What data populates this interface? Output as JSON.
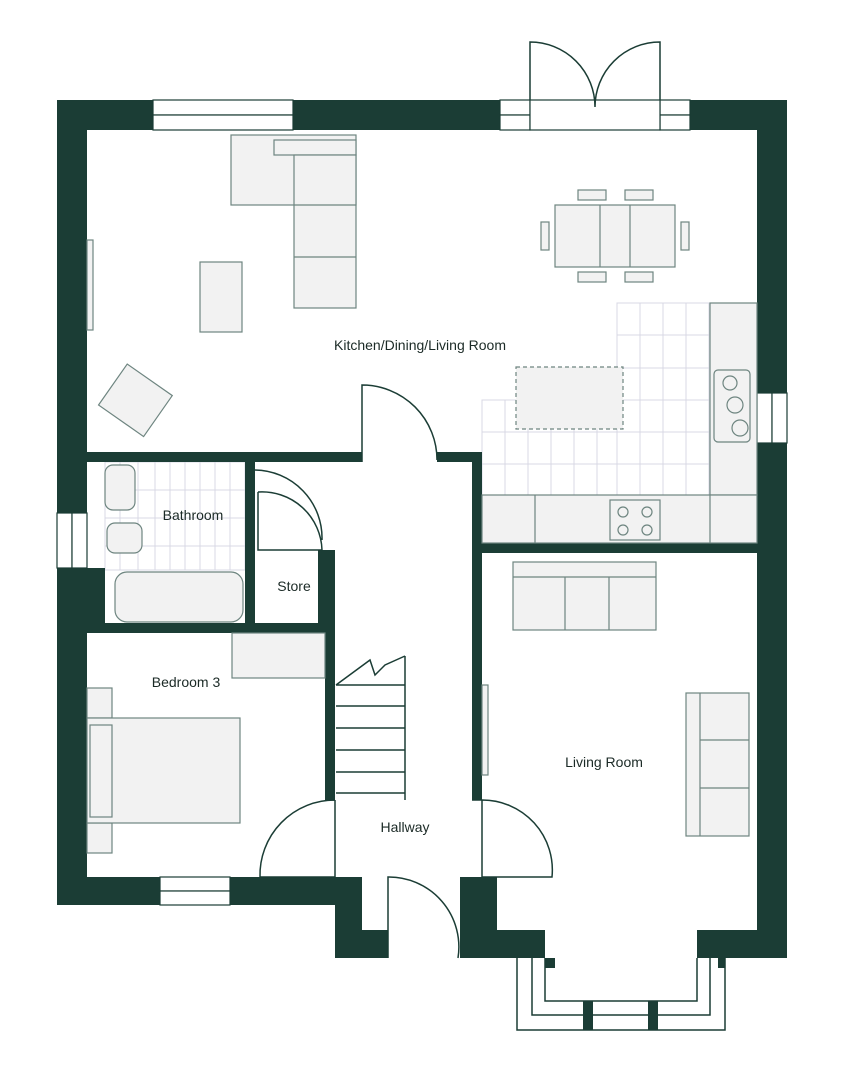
{
  "plan": {
    "rooms": {
      "kitchen": "Kitchen/Dining/Living Room",
      "bathroom": "Bathroom",
      "store": "Store",
      "bedroom3": "Bedroom 3",
      "living": "Living Room",
      "hallway": "Hallway"
    },
    "colors": {
      "wall": "#1b3d35",
      "furniture": "#f2f2f2",
      "tile": "#d8d8e4"
    }
  }
}
